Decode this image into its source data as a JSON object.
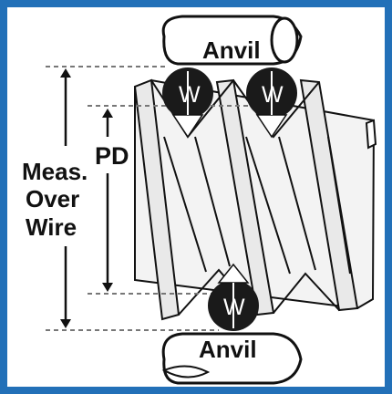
{
  "diagram": {
    "title": "",
    "labels": {
      "anvil_top": "Anvil",
      "anvil_bottom": "Anvil",
      "wire_top_left": "W",
      "wire_top_right": "W",
      "wire_bottom": "W",
      "pitch_diameter": "PD",
      "meas_line1": "Meas.",
      "meas_line2": "Over",
      "meas_line3": "Wire"
    },
    "colors": {
      "frame": "#2270b8",
      "ink": "#111111",
      "thread_fill": "#f3f3f3",
      "wire": "#1a1a1a"
    }
  }
}
